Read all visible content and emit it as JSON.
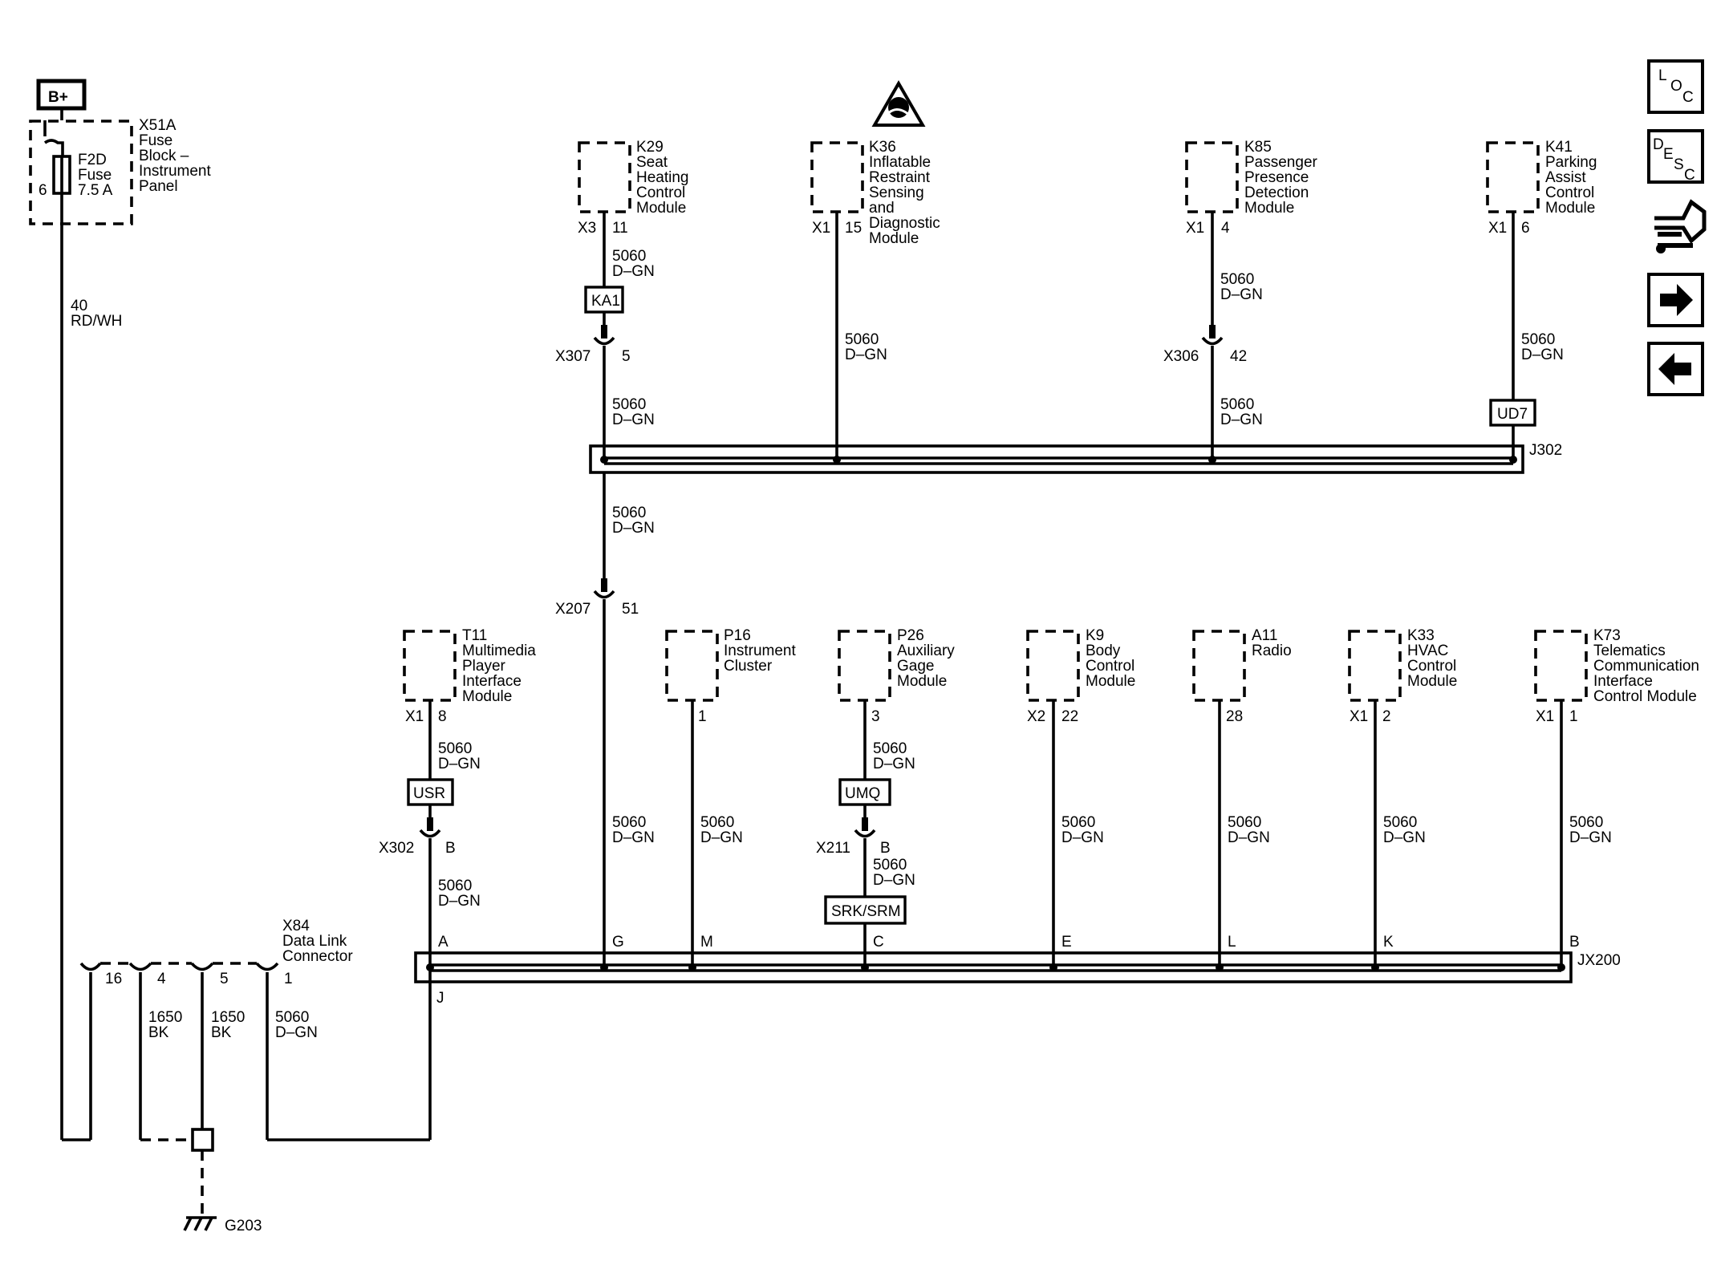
{
  "power": {
    "b_plus": "B+",
    "fuse_block": [
      "X51A",
      "Fuse",
      "Block –",
      "Instrument",
      "Panel"
    ],
    "fuse": [
      "F2D",
      "Fuse",
      "7.5 A"
    ],
    "fuse_pin": "6",
    "wire": [
      "40",
      "RD/WH"
    ]
  },
  "modules_top": [
    {
      "id": "k29",
      "name": [
        "K29",
        "Seat",
        "Heating",
        "Control",
        "Module"
      ],
      "conn": "X3",
      "pin": "11"
    },
    {
      "id": "k36",
      "name": [
        "K36",
        "Inflatable",
        "Restraint",
        "Sensing",
        "and",
        "Diagnostic",
        "Module"
      ],
      "conn": "X1",
      "pin": "15"
    },
    {
      "id": "k85",
      "name": [
        "K85",
        "Passenger",
        "Presence",
        "Detection",
        "Module"
      ],
      "conn": "X1",
      "pin": "4"
    },
    {
      "id": "k41",
      "name": [
        "K41",
        "Parking",
        "Assist",
        "Control",
        "Module"
      ],
      "conn": "X1",
      "pin": "6"
    }
  ],
  "modules_bottom": [
    {
      "id": "t11",
      "name": [
        "T11",
        "Multimedia",
        "Player",
        "Interface",
        "Module"
      ],
      "conn": "X1",
      "pin": "8"
    },
    {
      "id": "p16",
      "name": [
        "P16",
        "Instrument",
        "Cluster"
      ],
      "conn": "",
      "pin": "1"
    },
    {
      "id": "p26",
      "name": [
        "P26",
        "Auxiliary",
        "Gage",
        "Module"
      ],
      "conn": "",
      "pin": "3"
    },
    {
      "id": "k9",
      "name": [
        "K9",
        "Body",
        "Control",
        "Module"
      ],
      "conn": "X2",
      "pin": "22"
    },
    {
      "id": "a11",
      "name": [
        "A11",
        "Radio"
      ],
      "conn": "",
      "pin": "28"
    },
    {
      "id": "k33",
      "name": [
        "K33",
        "HVAC",
        "Control",
        "Module"
      ],
      "conn": "X1",
      "pin": "2"
    },
    {
      "id": "k73",
      "name": [
        "K73",
        "Telematics",
        "Communication",
        "Interface",
        "Control Module"
      ],
      "conn": "X1",
      "pin": "1"
    }
  ],
  "wire_label": [
    "5060",
    "D–GN"
  ],
  "inline_connectors": [
    {
      "id": "x307",
      "name": "X307",
      "pin": "5"
    },
    {
      "id": "x306",
      "name": "X306",
      "pin": "42"
    },
    {
      "id": "x207",
      "name": "X207",
      "pin": "51"
    },
    {
      "id": "x302",
      "name": "X302",
      "pin": "B"
    },
    {
      "id": "x211",
      "name": "X211",
      "pin": "B"
    }
  ],
  "options": {
    "ka1": "KA1",
    "ud7": "UD7",
    "usr": "USR",
    "umq": "UMQ",
    "srk": "SRK/SRM"
  },
  "splices": {
    "j302": "J302",
    "jx200": "JX200",
    "j_pin": "J"
  },
  "jx200_pins": [
    "A",
    "G",
    "M",
    "C",
    "E",
    "L",
    "K",
    "B"
  ],
  "dlc": {
    "name": [
      "X84",
      "Data Link",
      "Connector"
    ],
    "pins": [
      "16",
      "4",
      "5",
      "1"
    ],
    "bk_wire": [
      "1650",
      "BK"
    ],
    "ground": "G203"
  },
  "nav": {
    "loc": "LOC",
    "desc": "DESC",
    "schematic": "schematic-icon",
    "next": "arrow-right-icon",
    "prev": "arrow-left-icon"
  }
}
